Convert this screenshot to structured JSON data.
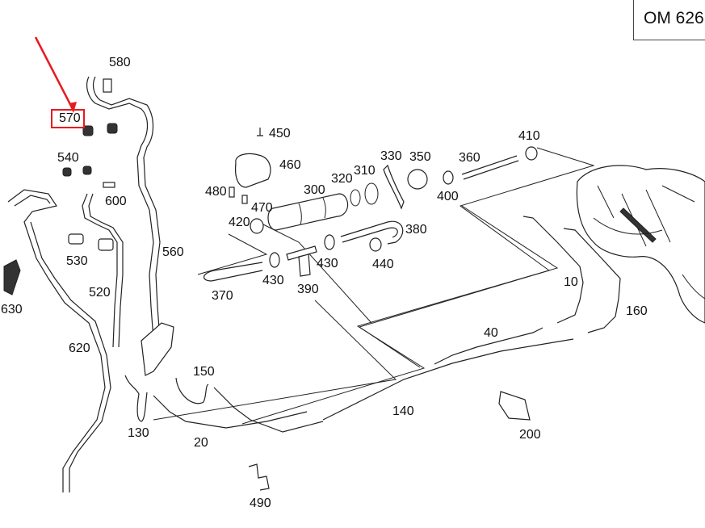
{
  "diagram": {
    "engine_code": "OM 626",
    "highlight": {
      "part_number": "570",
      "color": "#e8191e",
      "pointer": "red-arrow"
    },
    "parts": [
      {
        "id": "580",
        "label": "580"
      },
      {
        "id": "570",
        "label": "570"
      },
      {
        "id": "540",
        "label": "540"
      },
      {
        "id": "600",
        "label": "600"
      },
      {
        "id": "530",
        "label": "530"
      },
      {
        "id": "560",
        "label": "560"
      },
      {
        "id": "520",
        "label": "520"
      },
      {
        "id": "630",
        "label": "630"
      },
      {
        "id": "620",
        "label": "620"
      },
      {
        "id": "450",
        "label": "450"
      },
      {
        "id": "460",
        "label": "460"
      },
      {
        "id": "480",
        "label": "480"
      },
      {
        "id": "470",
        "label": "470"
      },
      {
        "id": "420",
        "label": "420"
      },
      {
        "id": "300",
        "label": "300"
      },
      {
        "id": "320",
        "label": "320"
      },
      {
        "id": "310",
        "label": "310"
      },
      {
        "id": "330",
        "label": "330"
      },
      {
        "id": "350",
        "label": "350"
      },
      {
        "id": "400",
        "label": "400"
      },
      {
        "id": "360",
        "label": "360"
      },
      {
        "id": "410",
        "label": "410"
      },
      {
        "id": "380",
        "label": "380"
      },
      {
        "id": "440",
        "label": "440"
      },
      {
        "id": "430a",
        "label": "430"
      },
      {
        "id": "430b",
        "label": "430"
      },
      {
        "id": "390",
        "label": "390"
      },
      {
        "id": "370",
        "label": "370"
      },
      {
        "id": "10",
        "label": "10"
      },
      {
        "id": "160",
        "label": "160"
      },
      {
        "id": "40",
        "label": "40"
      },
      {
        "id": "150",
        "label": "150"
      },
      {
        "id": "130",
        "label": "130"
      },
      {
        "id": "20",
        "label": "20"
      },
      {
        "id": "140",
        "label": "140"
      },
      {
        "id": "200",
        "label": "200"
      },
      {
        "id": "490",
        "label": "490"
      }
    ]
  }
}
